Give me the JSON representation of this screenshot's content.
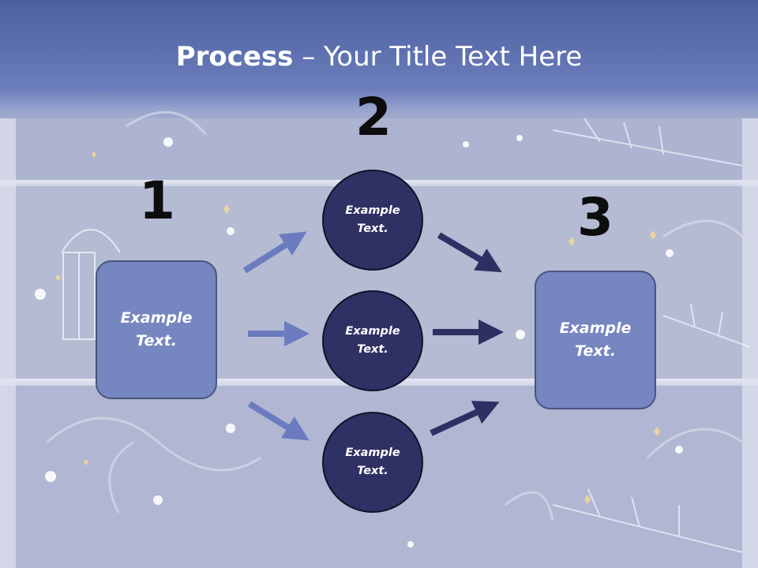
{
  "title": {
    "bold": "Process",
    "rest": " – Your Title Text Here"
  },
  "steps": {
    "step1": {
      "number": "1",
      "text": "Example\nText."
    },
    "step2": {
      "number": "2",
      "items": [
        {
          "text": "Example\nText."
        },
        {
          "text": "Example\nText."
        },
        {
          "text": "Example\nText."
        }
      ]
    },
    "step3": {
      "number": "3",
      "text": "Example\nText."
    }
  },
  "colors": {
    "header": "#5367a8",
    "box_fill": "#7686c0",
    "circle_fill": "#2f3164",
    "arrow_light": "#6b7bbf",
    "arrow_dark": "#2d3063"
  }
}
